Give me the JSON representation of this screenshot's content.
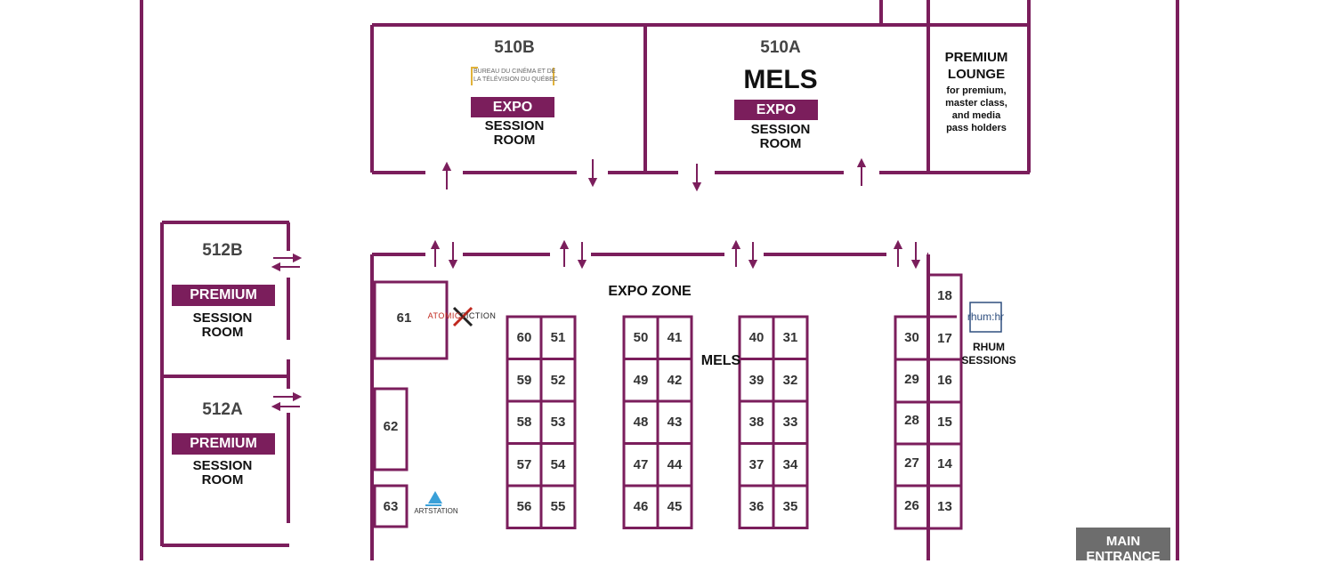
{
  "rooms": {
    "r510b": {
      "id": "510B",
      "tag": "EXPO",
      "title_line1": "SESSION",
      "title_line2": "ROOM",
      "sponsor_line1": "BUREAU DU CINÉMA ET DE",
      "sponsor_line2": "LA TÉLÉVISION DU QUÉBEC"
    },
    "r510a": {
      "id": "510A",
      "sponsor": "MELS",
      "tag": "EXPO",
      "title_line1": "SESSION",
      "title_line2": "ROOM"
    },
    "lounge": {
      "line1": "PREMIUM",
      "line2": "LOUNGE",
      "desc1": "for premium,",
      "desc2": "master class,",
      "desc3": "and media",
      "desc4": "pass holders"
    },
    "r512b": {
      "id": "512B",
      "tag": "PREMIUM",
      "title_line1": "SESSION",
      "title_line2": "ROOM"
    },
    "r512a": {
      "id": "512A",
      "tag": "PREMIUM",
      "title_line1": "SESSION",
      "title_line2": "ROOM"
    }
  },
  "expo_zone": {
    "label": "EXPO ZONE",
    "center_sponsor": "MELS"
  },
  "sponsors": {
    "atomic": {
      "part1": "ATOMIC",
      "part2": "FICTION"
    },
    "artstation": "ARTSTATION",
    "rhum_logo": "rhum:hr",
    "rhum_line1": "RHUM",
    "rhum_line2": "SESSIONS"
  },
  "booths": {
    "b61": "61",
    "b62": "62",
    "b63": "63",
    "b60": "60",
    "b51": "51",
    "b59": "59",
    "b52": "52",
    "b58": "58",
    "b53": "53",
    "b57": "57",
    "b54": "54",
    "b56": "56",
    "b55": "55",
    "b50": "50",
    "b41": "41",
    "b49": "49",
    "b42": "42",
    "b48": "48",
    "b43": "43",
    "b47": "47",
    "b44": "44",
    "b46": "46",
    "b45": "45",
    "b40": "40",
    "b31": "31",
    "b39": "39",
    "b32": "32",
    "b38": "38",
    "b33": "33",
    "b37": "37",
    "b34": "34",
    "b36": "36",
    "b35": "35",
    "b30": "30",
    "b29": "29",
    "b28": "28",
    "b27": "27",
    "b26": "26",
    "b18": "18",
    "b17": "17",
    "b16": "16",
    "b15": "15",
    "b14": "14",
    "b13": "13"
  },
  "entrance": {
    "line1": "MAIN",
    "line2": "ENTRANCE"
  },
  "colors": {
    "wall": "#7b1e5c",
    "tag": "#7b1e5c",
    "entrance": "#6d6d6d",
    "artstation": "#3aa0d8",
    "rhum": "#2f4f7f"
  }
}
